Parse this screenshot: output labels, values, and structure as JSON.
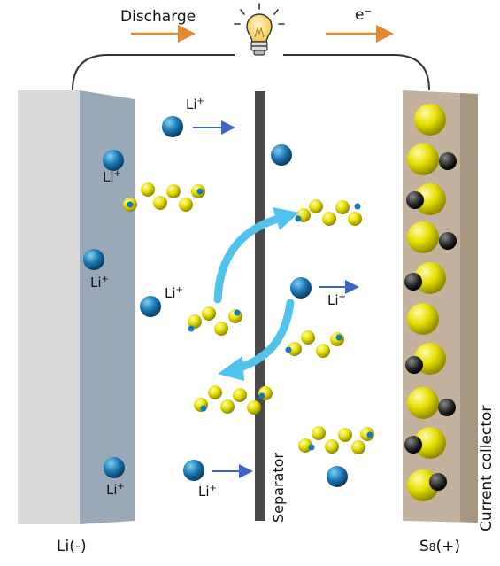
{
  "labels": {
    "discharge": "Discharge",
    "electron": "e",
    "electron_sup": "−",
    "li_ion": "Li",
    "li_ion_sup": "+",
    "separator": "Separator",
    "current_collector": "Current collector",
    "anode": "Li(-)",
    "cathode_main": "S",
    "cathode_sub": "8",
    "cathode_tail": "(+)"
  },
  "colors": {
    "anode_face": "#d9d9d9",
    "anode_side": "#9aa9b7",
    "cathode": "#c3b29e",
    "separator": "#4a4a4a",
    "li_ion": "#1a78b4",
    "sulfur": "#e6e000",
    "carbon": "#2b2b2b",
    "arrow_blue": "#3a66c9",
    "arrow_orange": "#e3892b",
    "shuttle_arrow": "#4fc3ec"
  },
  "icons": {
    "bulb": "light-bulb-icon"
  }
}
